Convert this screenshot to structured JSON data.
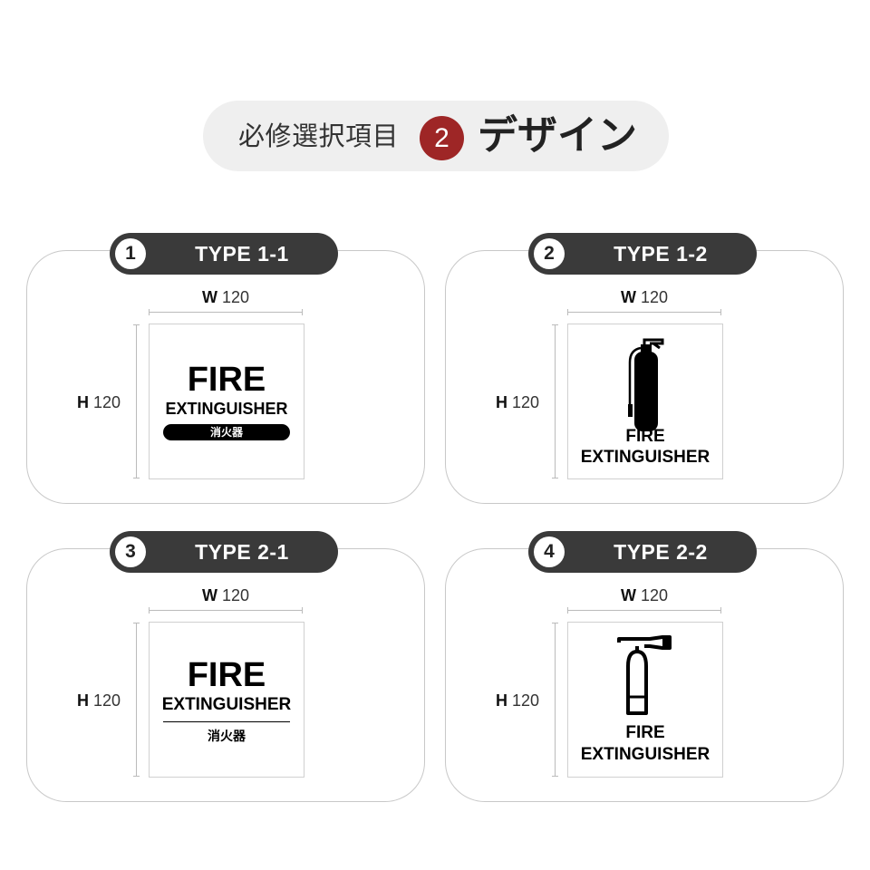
{
  "header": {
    "prefix": "必修選択項目",
    "number": "2",
    "title": "デザイン"
  },
  "cards": [
    {
      "number": "1",
      "label": "TYPE 1-1",
      "width_label": "W",
      "width_value": "120",
      "height_label": "H",
      "height_value": "120",
      "sign": {
        "line1": "FIRE",
        "line2": "EXTINGUISHER",
        "kanji": "消火器"
      }
    },
    {
      "number": "2",
      "label": "TYPE 1-2",
      "width_label": "W",
      "width_value": "120",
      "height_label": "H",
      "height_value": "120",
      "sign": {
        "icon": "fire-extinguisher-filled-icon",
        "line1": "FIRE",
        "line2": "EXTINGUISHER"
      }
    },
    {
      "number": "3",
      "label": "TYPE 2-1",
      "width_label": "W",
      "width_value": "120",
      "height_label": "H",
      "height_value": "120",
      "sign": {
        "line1": "FIRE",
        "line2": "EXTINGUISHER",
        "kanji": "消火器"
      }
    },
    {
      "number": "4",
      "label": "TYPE 2-2",
      "width_label": "W",
      "width_value": "120",
      "height_label": "H",
      "height_value": "120",
      "sign": {
        "icon": "fire-extinguisher-outline-icon",
        "line1": "FIRE",
        "line2": "EXTINGUISHER"
      }
    }
  ],
  "colors": {
    "accent": "#9e2626",
    "pill": "#3a3a3a",
    "header_bg": "#efefef"
  }
}
